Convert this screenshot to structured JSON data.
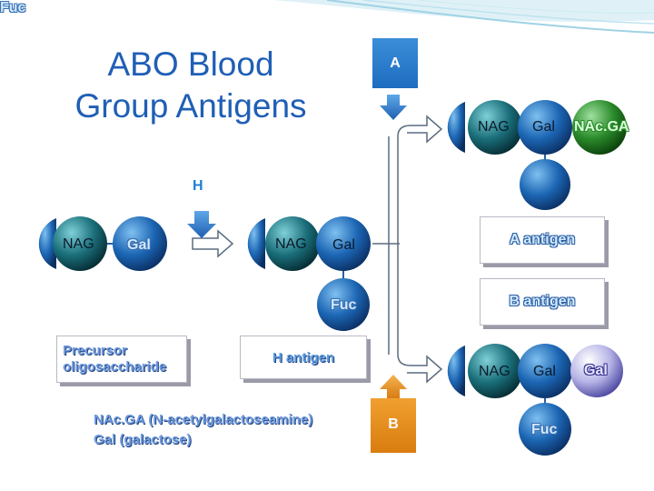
{
  "title": {
    "line1": "ABO Blood",
    "line2": "Group Antigens"
  },
  "enzymes": {
    "h": "H",
    "a": "A",
    "b": "B",
    "fuc_top": "Fuc"
  },
  "precursor_chain": {
    "nag": "NAG",
    "gal": "Gal"
  },
  "h_chain": {
    "nag": "NAG",
    "gal": "Gal",
    "fuc": "Fuc"
  },
  "a_chain": {
    "nag": "NAG",
    "gal": "Gal",
    "terminal": "NAc.GA"
  },
  "b_chain": {
    "nag": "NAG",
    "gal": "Gal",
    "terminal": "Gal",
    "fuc": "Fuc"
  },
  "cards": {
    "a_antigen": "A antigen",
    "b_antigen": "B antigen",
    "h_antigen": "H antigen",
    "precursor_line1": "Precursor",
    "precursor_line2": "oligosaccharide"
  },
  "legend": {
    "line1": "NAc.GA (N-acetylgalactoseamine)",
    "line2": "Gal (galactose)"
  },
  "colors": {
    "title": "#1f5fb5",
    "sphere_blue": "#1b64b0",
    "sphere_teal": "#1a6f7a",
    "sphere_green": "#2a8a2a",
    "sphere_violet": "#6a66b0",
    "enzyme_a": "#2a7cd0",
    "enzyme_b": "#e38c1c"
  }
}
